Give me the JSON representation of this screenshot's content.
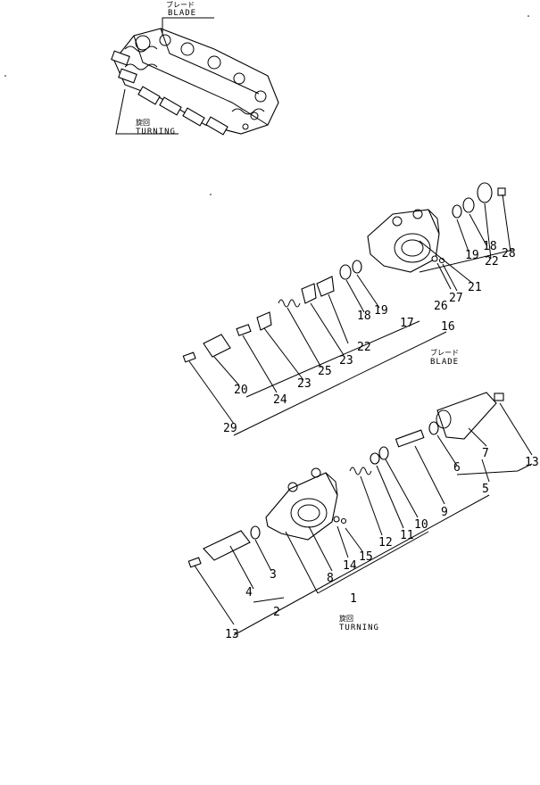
{
  "assembly_view": {
    "blade_label_jp": "ブレード",
    "blade_label_en": "BLADE",
    "turning_label_jp": "旋回",
    "turning_label_en": "TURNING"
  },
  "blade_section": {
    "label_jp": "ブレード",
    "label_en": "BLADE",
    "callouts": [
      "28",
      "22",
      "18",
      "19",
      "21",
      "27",
      "26",
      "16",
      "17",
      "19",
      "18",
      "22",
      "23",
      "25",
      "23",
      "24",
      "20",
      "29"
    ]
  },
  "turning_section": {
    "label_jp": "旋回",
    "label_en": "TURNING",
    "callouts": [
      "13",
      "7",
      "6",
      "5",
      "9",
      "10",
      "11",
      "12",
      "15",
      "14",
      "8",
      "1",
      "3",
      "4",
      "2",
      "13"
    ]
  }
}
